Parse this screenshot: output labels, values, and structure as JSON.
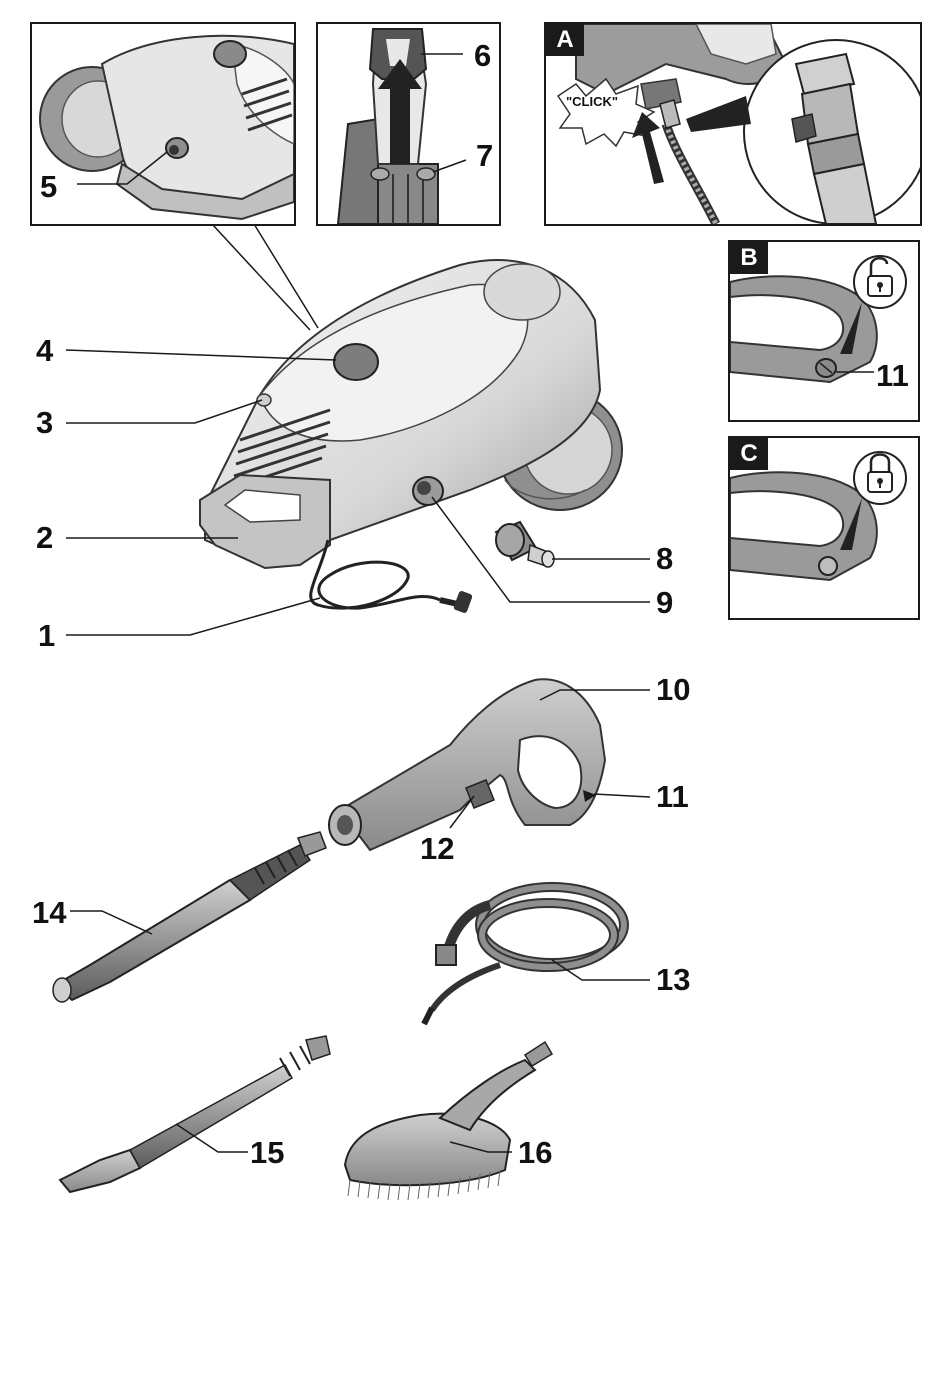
{
  "callouts": {
    "c1": "1",
    "c2": "2",
    "c3": "3",
    "c4": "4",
    "c5": "5",
    "c6": "6",
    "c7": "7",
    "c8": "8",
    "c9": "9",
    "c10": "10",
    "c11_gun": "11",
    "c11_panel": "11",
    "c12": "12",
    "c13": "13",
    "c14": "14",
    "c15": "15",
    "c16": "16"
  },
  "panels": {
    "a_label": "A",
    "b_label": "B",
    "c_label": "C",
    "click_text": "\"CLICK\""
  },
  "colors": {
    "body_light": "#e4e4e4",
    "body_mid": "#bdbdbd",
    "body_dark": "#8e8e8e",
    "outline": "#3a3a3a",
    "label_bg": "#1a1a1a"
  },
  "icons": {
    "panel_b": "unlocked-padlock-icon",
    "panel_c": "locked-padlock-icon"
  }
}
